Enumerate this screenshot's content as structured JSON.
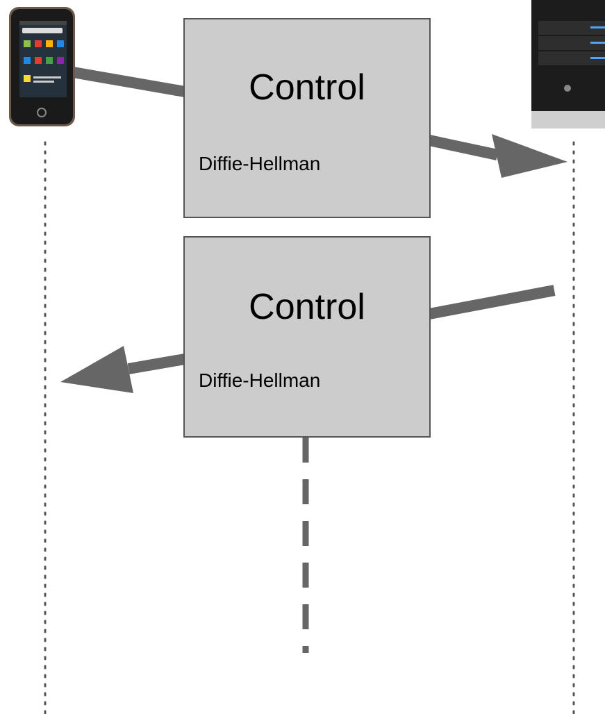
{
  "messages": [
    {
      "title": "Control",
      "subtitle": "Diffie-Hellman",
      "direction": "phone-to-server"
    },
    {
      "title": "Control",
      "subtitle": "Diffie-Hellman",
      "direction": "server-to-phone"
    }
  ],
  "colors": {
    "box_fill": "#cccccc",
    "box_border": "#555555",
    "arrow": "#666666",
    "lifeline": "#555555"
  },
  "icons": {
    "client": "smartphone-icon",
    "server": "server-icon"
  }
}
